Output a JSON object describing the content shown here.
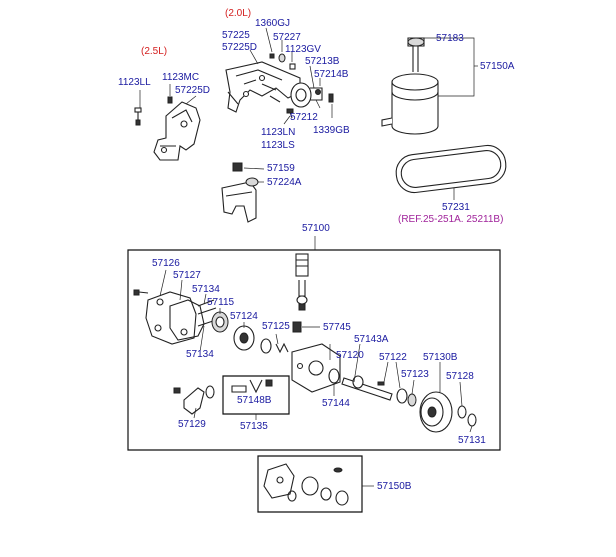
{
  "diagram": {
    "colors": {
      "part_number": "#1a1aa0",
      "engine_variant": "#d42020",
      "reference": "#a0239b",
      "lines": "#222222"
    },
    "labels": {
      "v20": "(2.0L)",
      "v25": "(2.5L)",
      "p1360GJ": "1360GJ",
      "p57225": "57225",
      "p57227": "57227",
      "p57225D_a": "57225D",
      "p1123GV": "1123GV",
      "p57213B": "57213B",
      "p57214B": "57214B",
      "p1123LL": "1123LL",
      "p1123MC": "1123MC",
      "p57225D_b": "57225D",
      "p57212": "57212",
      "p1339GB": "1339GB",
      "p1123LN": "1123LN",
      "p1123LS": "1123LS",
      "p57159": "57159",
      "p57224A": "57224A",
      "p57183": "57183",
      "p57150A": "57150A",
      "p57231": "57231",
      "ref": "(REF.25-251A. 25211B)",
      "p57100": "57100",
      "p57126": "57126",
      "p57127": "57127",
      "p57134_a": "57134",
      "p57115": "57115",
      "p57124": "57124",
      "p57125": "57125",
      "p57745": "57745",
      "p57134_b": "57134",
      "p57143A": "57143A",
      "p57120": "57120",
      "p57122": "57122",
      "p57130B": "57130B",
      "p57123": "57123",
      "p57128": "57128",
      "p57144": "57144",
      "p57148B": "57148B",
      "p57129": "57129",
      "p57135": "57135",
      "p57131": "57131",
      "p57150B": "57150B"
    }
  }
}
